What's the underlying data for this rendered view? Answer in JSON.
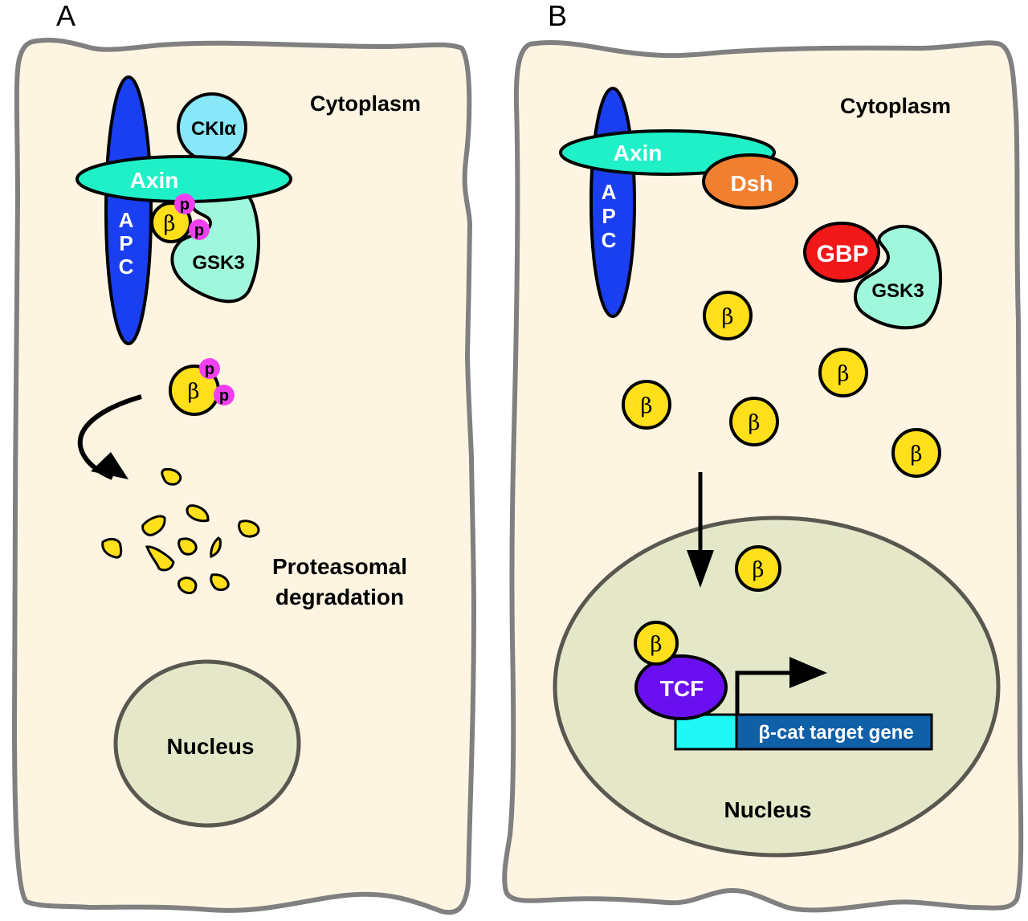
{
  "panels": {
    "A": {
      "letter": "A",
      "cytoplasm_label": "Cytoplasm",
      "nucleus_label": "Nucleus",
      "apc_label": [
        "A",
        "P",
        "C"
      ],
      "axin_label": "Axin",
      "ck1_label": "CKIα",
      "gsk3_label": "GSK3",
      "beta_label": "β",
      "phospho_label": "p",
      "degradation_label_line1": "Proteasomal",
      "degradation_label_line2": "degradation"
    },
    "B": {
      "letter": "B",
      "cytoplasm_label": "Cytoplasm",
      "nucleus_label": "Nucleus",
      "apc_label": [
        "A",
        "P",
        "C"
      ],
      "axin_label": "Axin",
      "dsh_label": "Dsh",
      "gbp_label": "GBP",
      "gsk3_label": "GSK3",
      "beta_label": "β",
      "tcf_label": "TCF",
      "gene_label": "β-cat target gene"
    }
  },
  "colors": {
    "cell_fill": "#fdf5e2",
    "cell_border": "#808080",
    "nucleus_fill": "#e4e8c8",
    "apc": "#1a3ff0",
    "axin": "#20f0c8",
    "ck1": "#88e8fa",
    "gsk3": "#a0f8dc",
    "beta_catenin": "#ffe01a",
    "phosphate": "#f040f0",
    "dsh": "#f08030",
    "gbp": "#f01818",
    "tcf": "#6a10f0",
    "promoter": "#20f8f8",
    "gene": "#1060a8"
  }
}
